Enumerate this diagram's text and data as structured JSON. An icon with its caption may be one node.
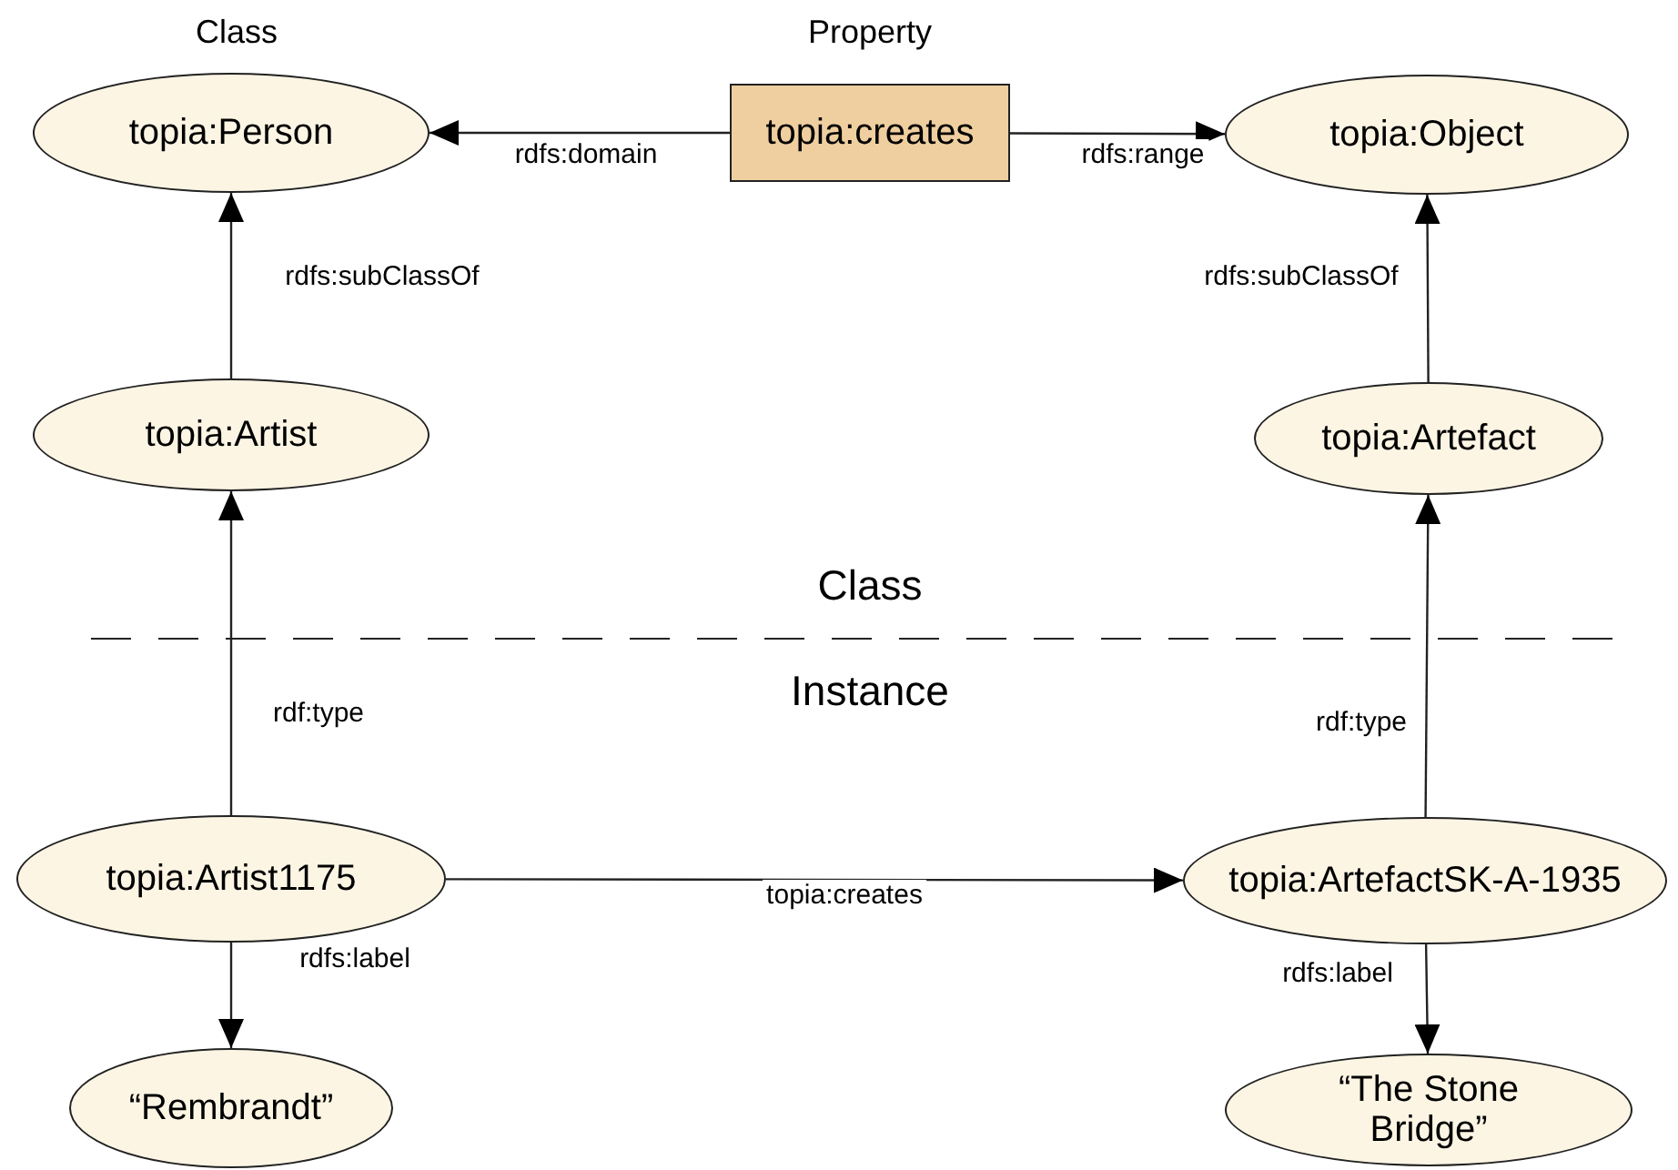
{
  "diagram": {
    "nodes": [
      {
        "text": [
          "topia:Person"
        ]
      },
      {
        "text": [
          "topia:creates"
        ]
      },
      {
        "text": [
          "topia:Object"
        ]
      },
      {
        "text": [
          "topia:Artist"
        ]
      },
      {
        "text": [
          "topia:Artefact"
        ]
      },
      {
        "text": [
          "topia:Artist1175"
        ]
      },
      {
        "text": [
          "topia:ArtefactSK-A-1935"
        ]
      },
      {
        "text": [
          "“Rembrandt”"
        ]
      },
      {
        "text": [
          "“The Stone Bridge”"
        ]
      }
    ],
    "edges": [
      {
        "from": 1,
        "to": 0,
        "arrow": "to",
        "label": "rdfs:domain"
      },
      {
        "from": 1,
        "to": 2,
        "arrow": "to",
        "label": "rdfs:range"
      },
      {
        "from": 3,
        "to": 0,
        "arrow": "to",
        "label": "rdfs:subClassOf"
      },
      {
        "from": 4,
        "to": 2,
        "arrow": "to",
        "label": "rdfs:subClassOf"
      },
      {
        "from": 5,
        "to": 3,
        "arrow": "to",
        "label": "rdf:type"
      },
      {
        "from": 6,
        "to": 4,
        "arrow": "to",
        "label": "rdf:type"
      },
      {
        "from": 5,
        "to": 6,
        "arrow": "to",
        "label": "topia:creates"
      },
      {
        "from": 5,
        "to": 7,
        "arrow": "to",
        "label": "rdfs:label"
      },
      {
        "from": 6,
        "to": 8,
        "arrow": "to",
        "label": "rdfs:label"
      }
    ],
    "labels": [
      "Class",
      "Property",
      "Class",
      "Instance"
    ]
  }
}
